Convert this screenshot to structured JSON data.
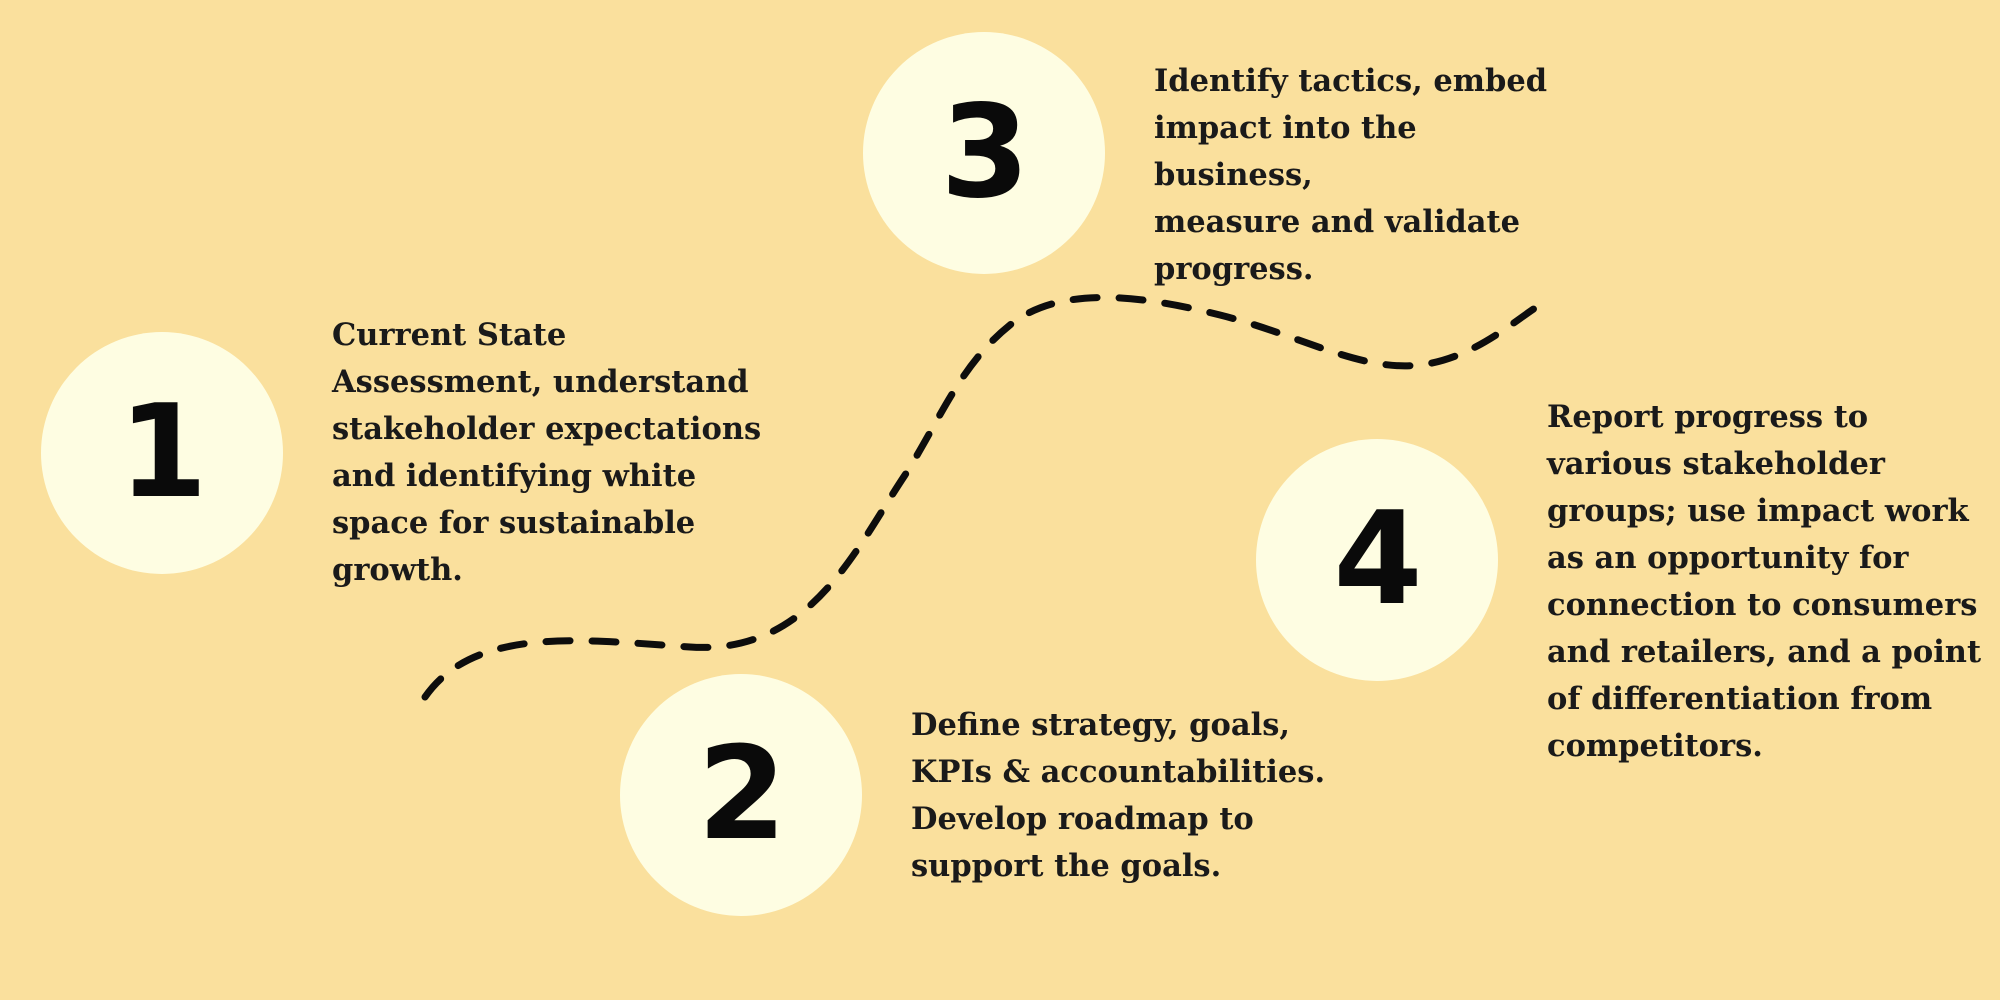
{
  "colors": {
    "background": "#fae09d",
    "circle_fill": "#fefde2",
    "number": "#0a0a0a",
    "text": "#1a1a1a",
    "connector": "#0d0d0d"
  },
  "steps": [
    {
      "number": "1",
      "text": "Current State\nAssessment, understand\nstakeholder expectations\nand identifying white\nspace for sustainable\ngrowth."
    },
    {
      "number": "2",
      "text": "Define strategy, goals,\nKPIs & accountabilities.\nDevelop roadmap to\nsupport the goals."
    },
    {
      "number": "3",
      "text": "Identify tactics, embed\nimpact into the business,\nmeasure and validate\nprogress."
    },
    {
      "number": "4",
      "text": "Report progress to\nvarious stakeholder\ngroups; use impact work\nas an opportunity for\nconnection to consumers\nand retailers, and a point\nof differentiation from\ncompetitors."
    }
  ]
}
